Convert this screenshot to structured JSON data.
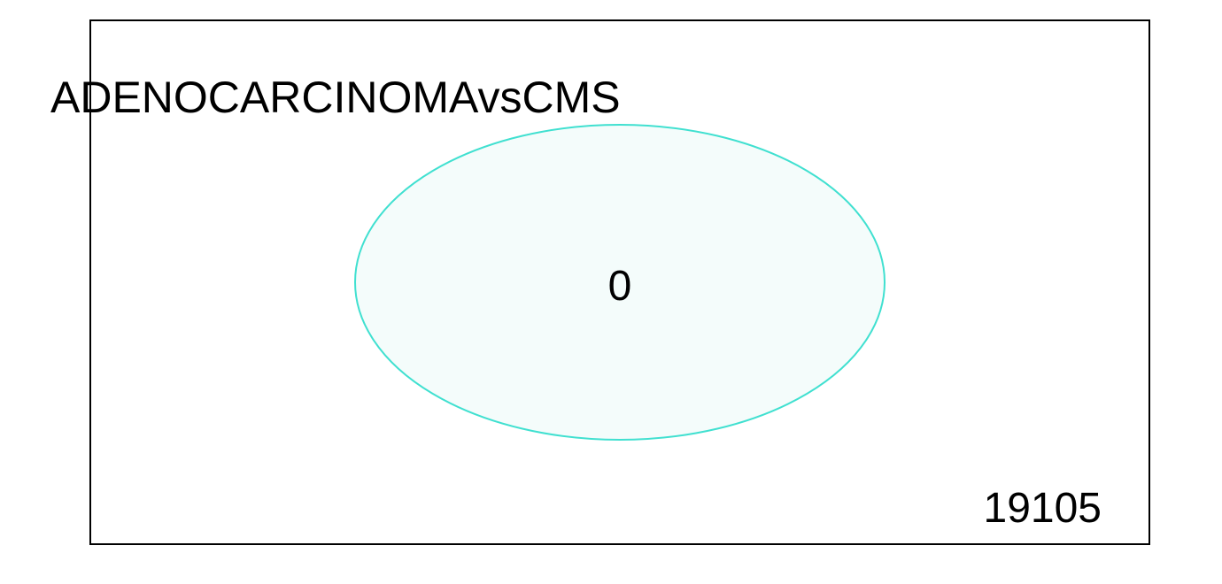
{
  "venn": {
    "universe_count": "19105",
    "colors": {
      "set_stroke": "#40e0d0",
      "set_fill": "#f4fcfb",
      "frame_stroke": "#000000"
    },
    "sets": [
      {
        "label": "ADENOCARCINOMAvsCMS",
        "count": "0"
      }
    ]
  }
}
